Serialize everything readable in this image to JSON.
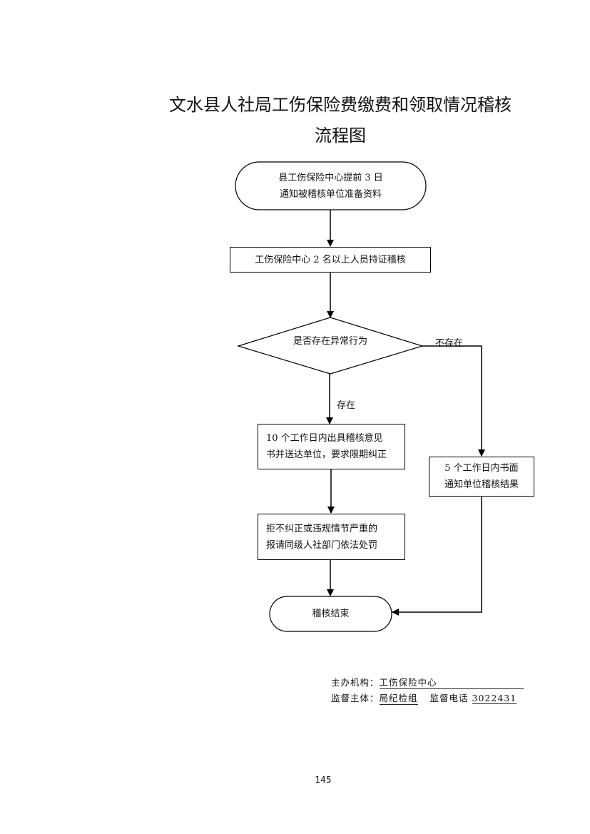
{
  "title": {
    "line1": "文水县人社局工伤保险费缴费和领取情况稽核",
    "line2": "流程图"
  },
  "flow": {
    "start": {
      "line1": "县工伤保险中心提前 3 日",
      "line2": "通知被稽核单位准备资料"
    },
    "step_verify": "工伤保险中心 2 名以上人员持证稽核",
    "decision": "是否存在异常行为",
    "branch_no": "不存在",
    "branch_yes": "存在",
    "step_opinion": {
      "line1": "10 个工作日内出具稽核意见",
      "line2": "书并送达单位，要求限期纠正"
    },
    "step_notify": {
      "line1": "5 个工作日内书面",
      "line2": "通知单位稽核结果"
    },
    "step_penalty": {
      "line1": "拒不纠正或违规情节严重的",
      "line2": "报请同级人社部门依法处罚"
    },
    "end": "稽核结束"
  },
  "footer": {
    "organizer_label": "主办机构：",
    "organizer": "工伤保险中心",
    "supervisor_label": "监督主体：",
    "supervisor": "局纪检组",
    "phone_label": "监督电话",
    "phone": "3022431"
  },
  "page_number": "145"
}
